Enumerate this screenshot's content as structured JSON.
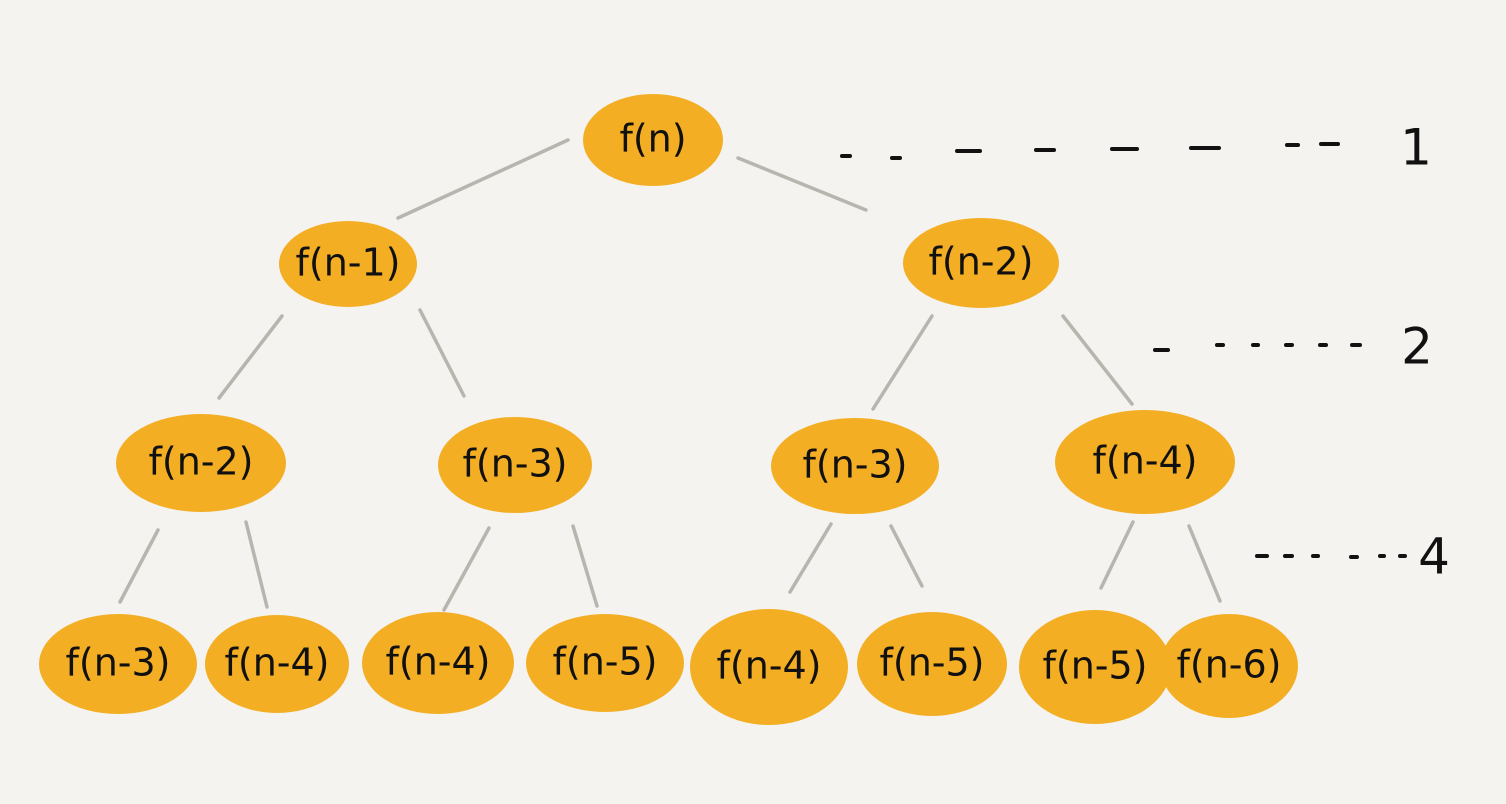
{
  "tree": {
    "root": {
      "label": "f(n)"
    },
    "level_2": [
      {
        "label": "f(n-1)"
      },
      {
        "label": "f(n-2)"
      }
    ],
    "level_3": [
      {
        "label": "f(n-2)"
      },
      {
        "label": "f(n-3)"
      },
      {
        "label": "f(n-3)"
      },
      {
        "label": "f(n-4)"
      }
    ],
    "level_4": [
      {
        "label": "f(n-3)"
      },
      {
        "label": "f(n-4)"
      },
      {
        "label": "f(n-4)"
      },
      {
        "label": "f(n-5)"
      },
      {
        "label": "f(n-4)"
      },
      {
        "label": "f(n-5)"
      },
      {
        "label": "f(n-5)"
      },
      {
        "label": "f(n-6)"
      }
    ]
  },
  "level_counts": [
    {
      "label": "1"
    },
    {
      "label": "2"
    },
    {
      "label": "4"
    }
  ],
  "colors": {
    "background": "#f4f3ef",
    "node": "#f3ae24",
    "edge": "#b7b5ae",
    "text": "#111111"
  }
}
